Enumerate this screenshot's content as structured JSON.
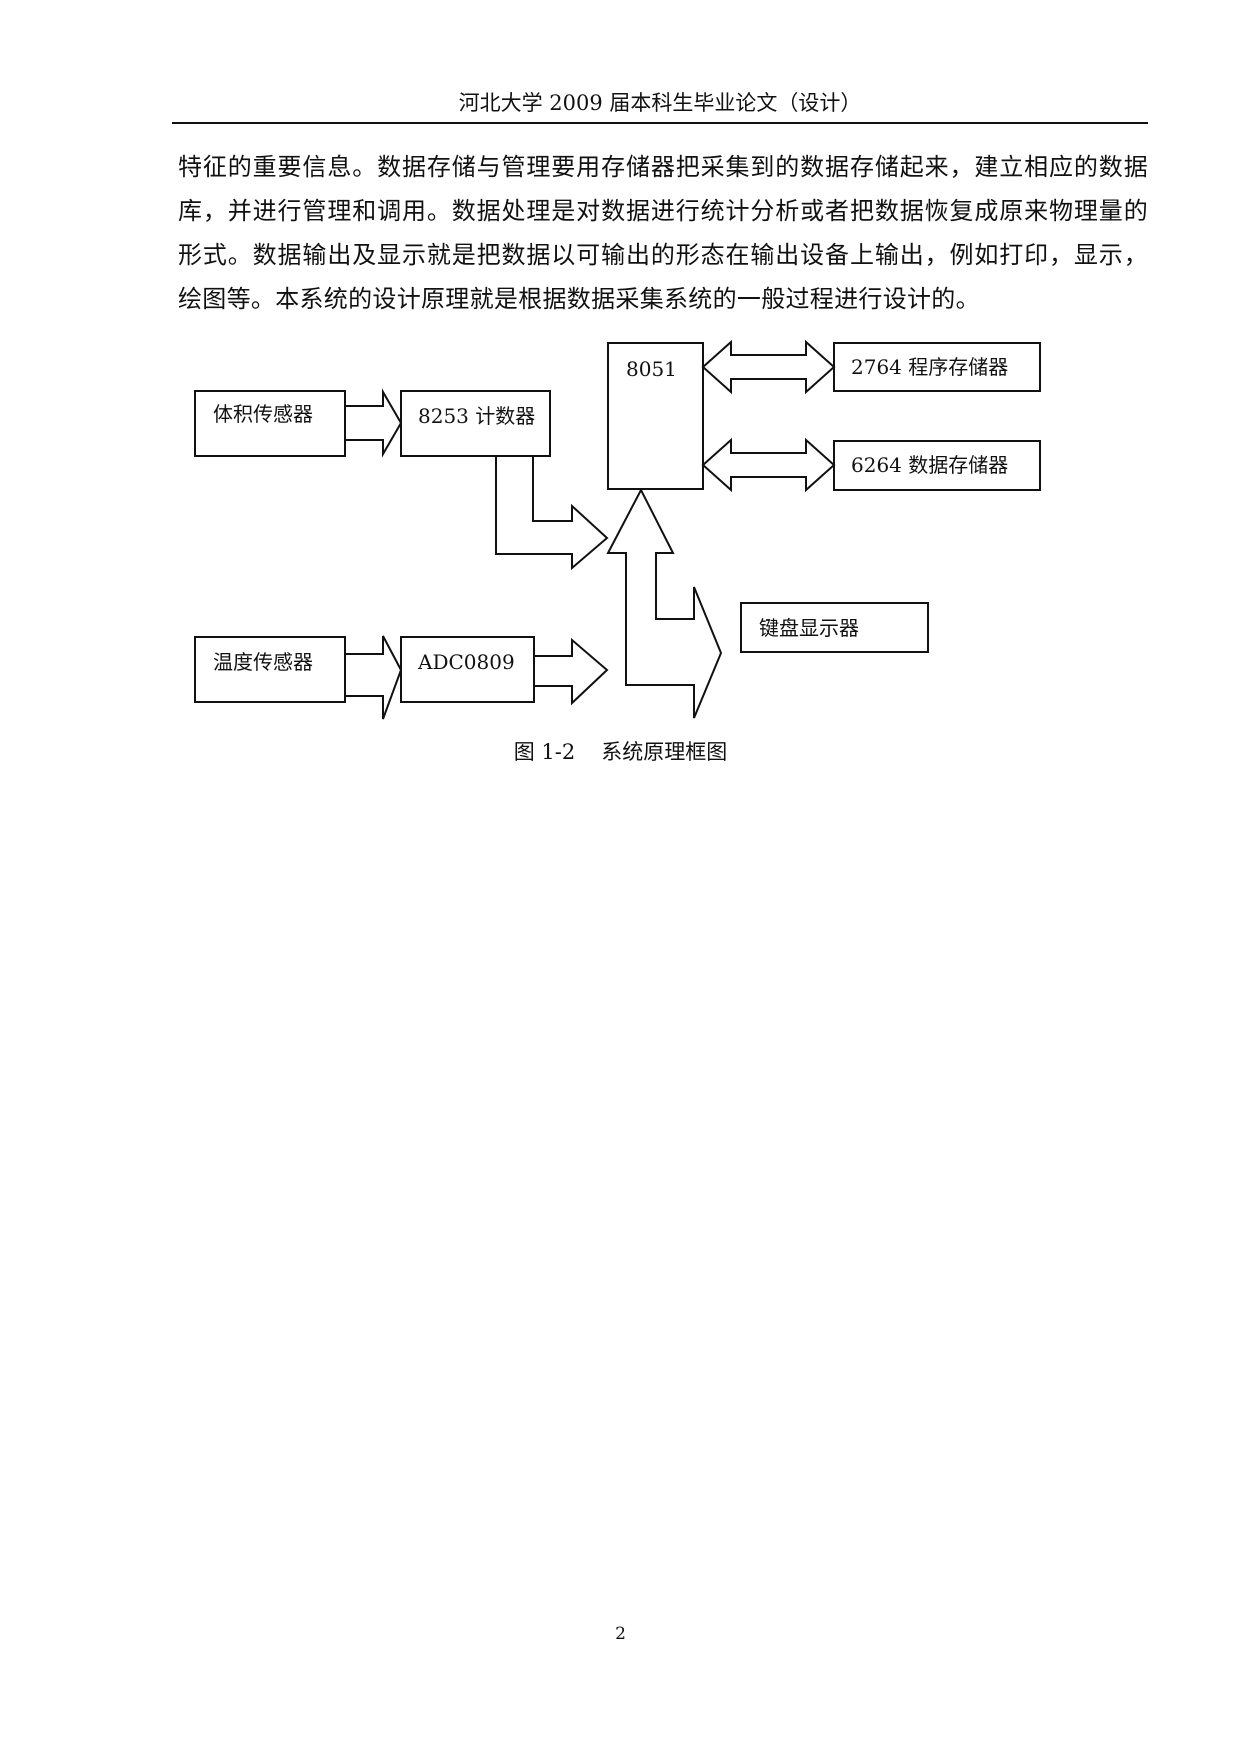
{
  "header": {
    "title": "河北大学 2009 届本科生毕业论文（设计）"
  },
  "body": {
    "paragraph": "特征的重要信息。数据存储与管理要用存储器把采集到的数据存储起来，建立相应的数据库，并进行管理和调用。数据处理是对数据进行统计分析或者把数据恢复成原来物理量的形式。数据输出及显示就是把数据以可输出的形态在输出设备上输出，例如打印，显示，绘图等。本系统的设计原理就是根据数据采集系统的一般过程进行设计的。"
  },
  "diagram": {
    "blocks": {
      "volume_sensor": "体积传感器",
      "counter": "8253 计数器",
      "cpu": "8051",
      "program_memory": "2764 程序存储器",
      "data_memory": "6264 数据存储器",
      "keyboard_display": "键盘显示器",
      "temperature_sensor": "温度传感器",
      "adc": "ADC0809"
    },
    "caption_number": "图 1-2",
    "caption_title": "系统原理框图"
  },
  "footer": {
    "page_number": "2"
  }
}
